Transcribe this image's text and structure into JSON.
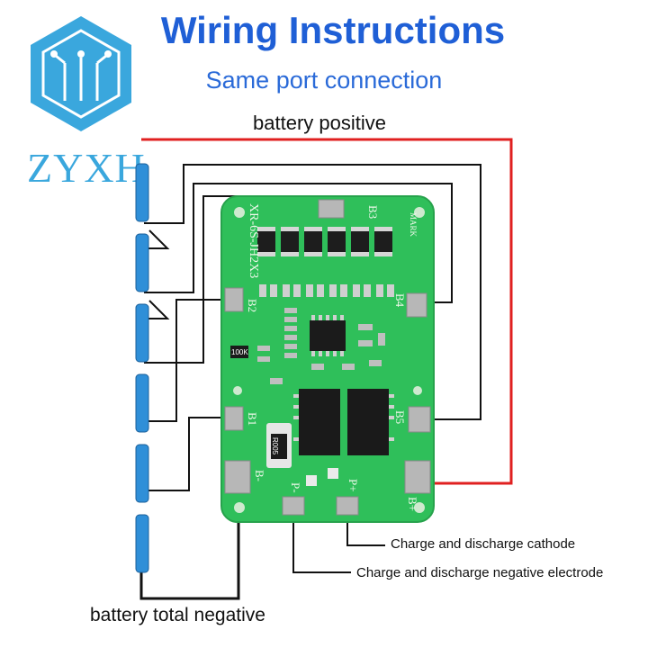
{
  "header": {
    "title": "Wiring Instructions",
    "subtitle": "Same port connection"
  },
  "brand": {
    "logo_text": "ZYXH",
    "logo_color": "#3aa7dd"
  },
  "labels": {
    "battery_positive": "battery positive",
    "battery_total_negative": "battery total negative",
    "charge_discharge_cathode": "Charge and discharge cathode",
    "charge_discharge_negative": "Charge and discharge negative electrode"
  },
  "board": {
    "model": "XR-6S-JH2X3",
    "mark": "MARK",
    "resistor_code": "100K",
    "shunt_code": "R005",
    "pads": {
      "b1": "B1",
      "b2": "B2",
      "b3": "B3",
      "b4": "B4",
      "b5": "B5",
      "b_minus": "B-",
      "b_plus": "B+",
      "p_minus": "P-",
      "p_plus": "P+"
    },
    "color": "#2fbf5a"
  },
  "colors": {
    "wire_positive": "#e02020",
    "wire": "#111111",
    "cell": "#2f8fd8"
  }
}
